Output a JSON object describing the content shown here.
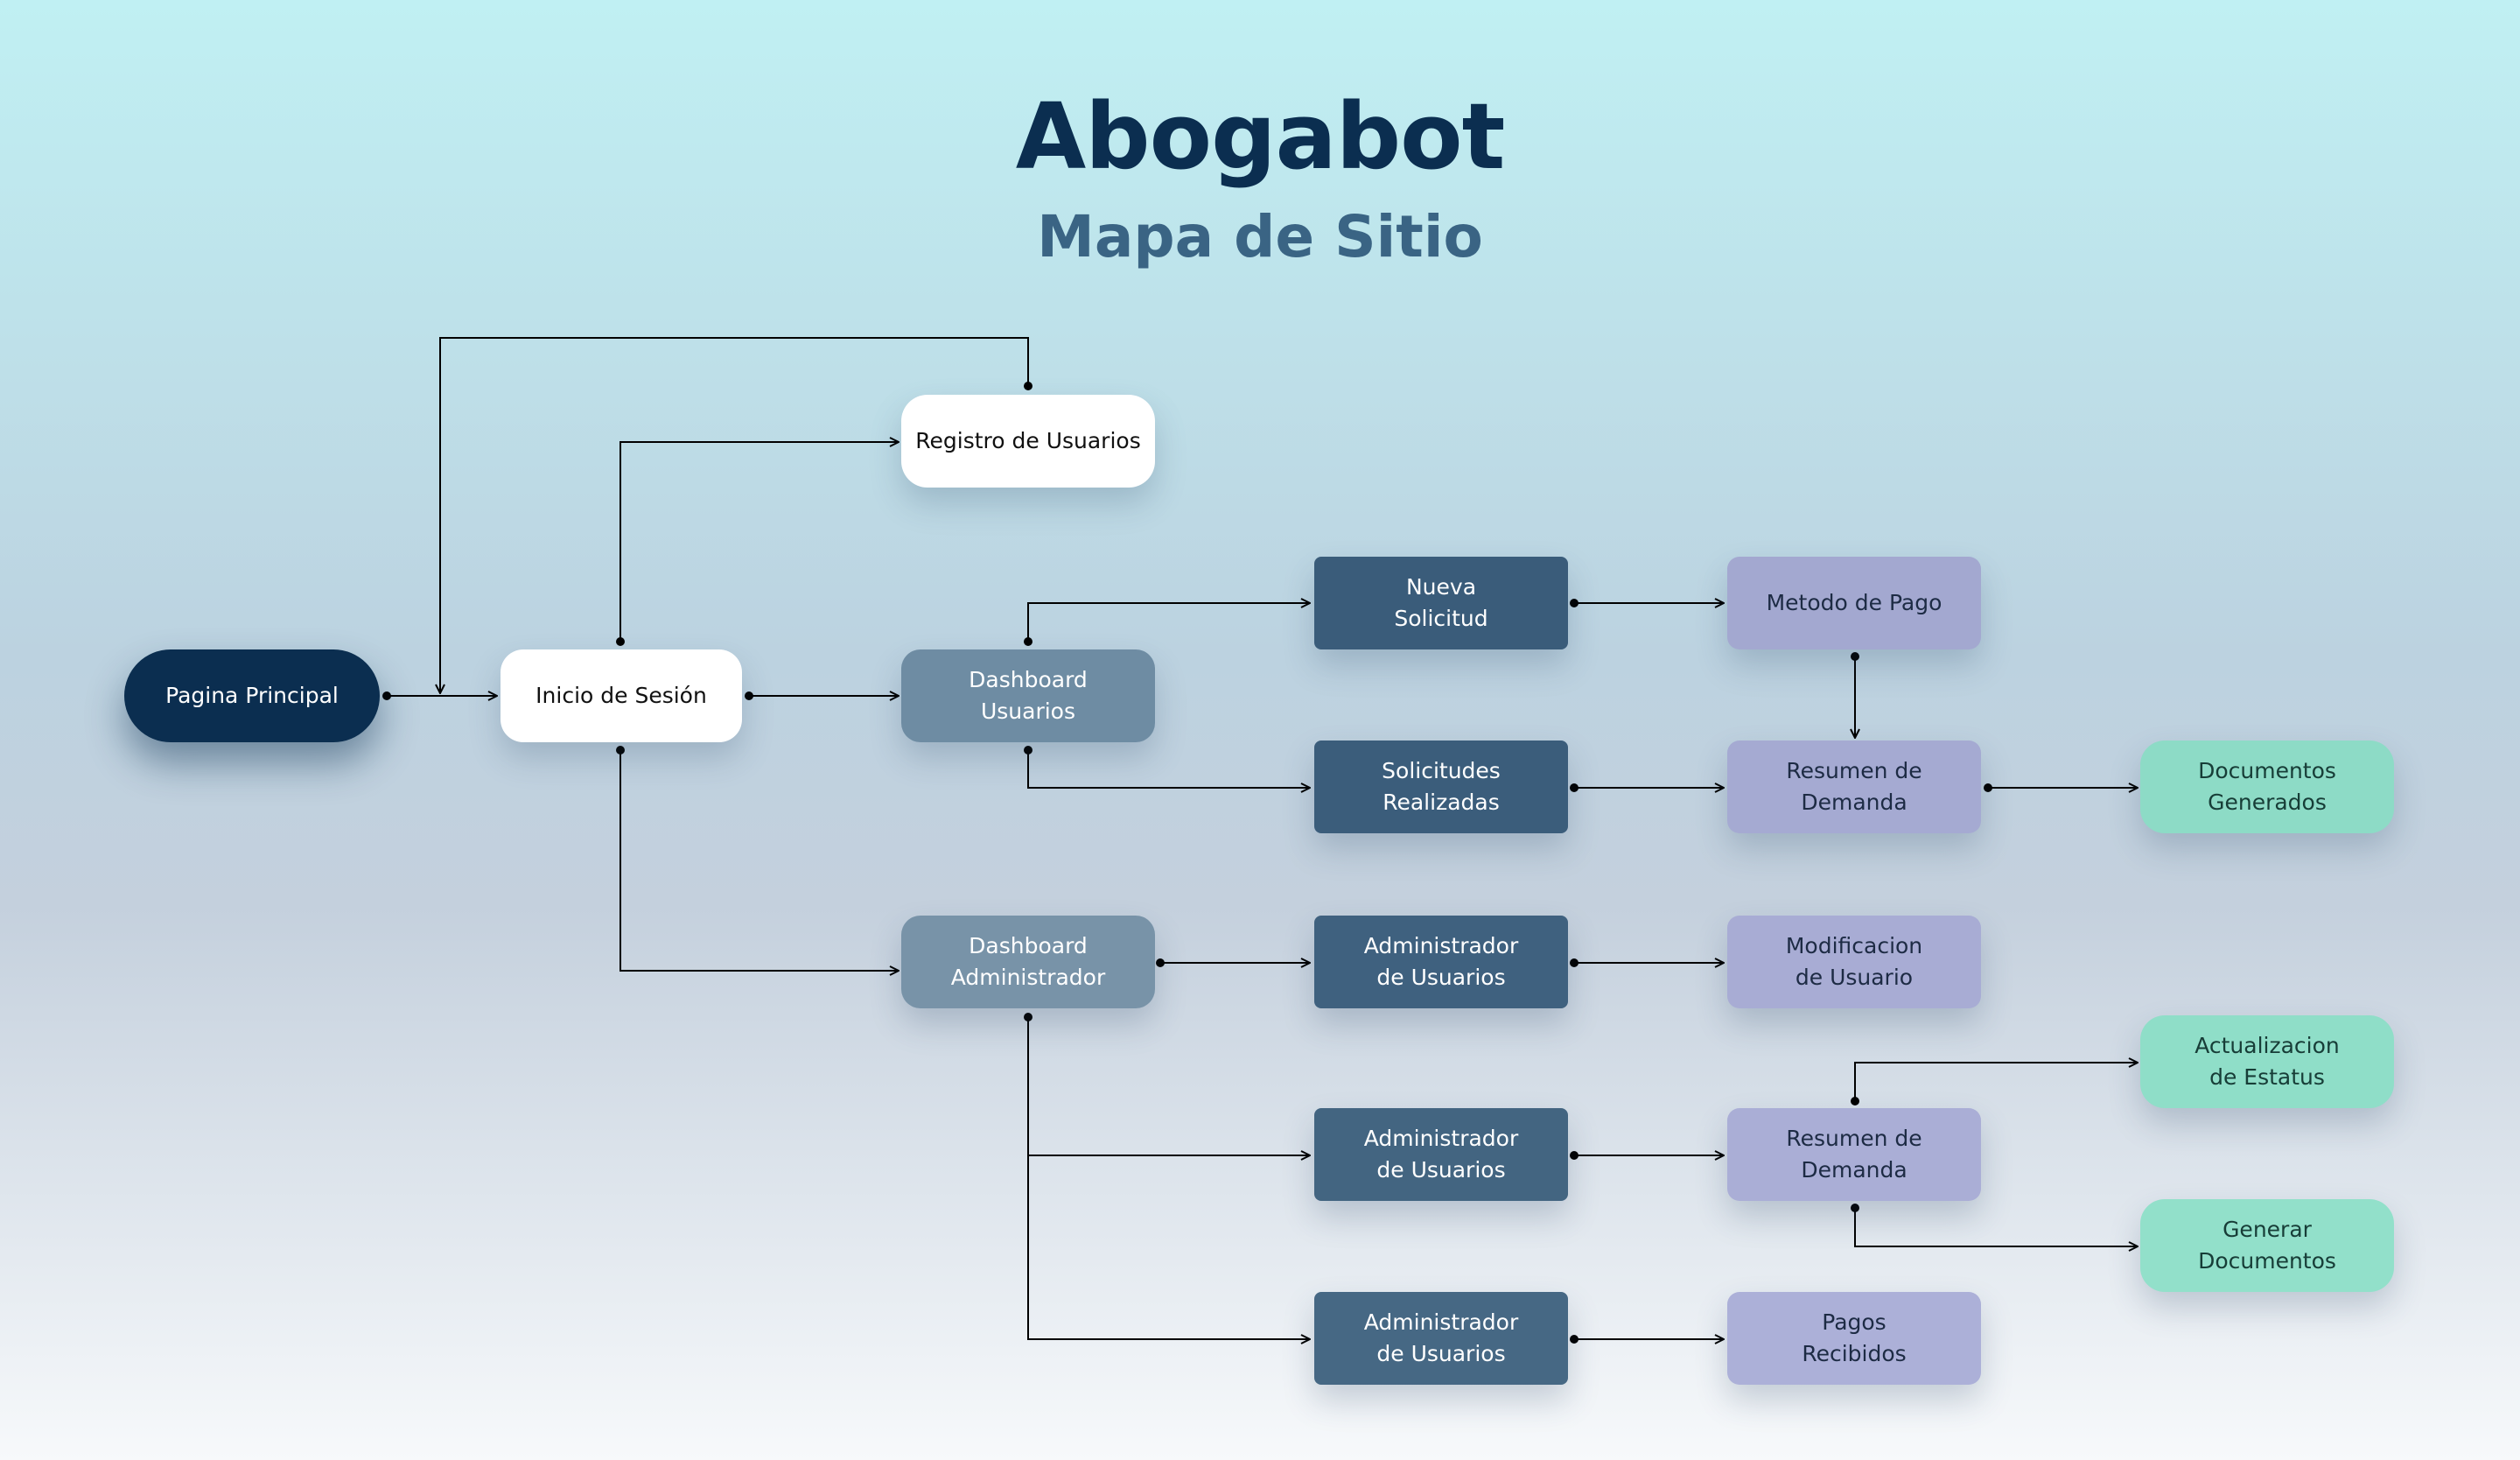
{
  "header": {
    "title": "Abogabot",
    "subtitle": "Mapa de Sitio"
  },
  "colors": {
    "primary": "#0b2e50",
    "dashboard_users": "#6e8ca3",
    "dashboard_admin": "#7893a8",
    "section": "#3d5f7d",
    "summary": "#a6acd3",
    "output": "#8edcc7",
    "connector": "#000000"
  },
  "nodes": {
    "pagina_principal": "Pagina Principal",
    "inicio_sesion": "Inicio de Sesión",
    "registro": "Registro de Usuarios",
    "dashboard_usuarios": "Dashboard\nUsuarios",
    "dashboard_admin": "Dashboard\nAdministrador",
    "nueva_solicitud": "Nueva\nSolicitud",
    "solicitudes_realizadas": "Solicitudes\nRealizadas",
    "admin_usuarios_1": "Administrador\nde Usuarios",
    "admin_usuarios_2": "Administrador\nde Usuarios",
    "admin_usuarios_3": "Administrador\nde Usuarios",
    "metodo_pago": "Metodo de Pago",
    "resumen_demanda_1": "Resumen de\nDemanda",
    "modificacion_usuario": "Modificacion\nde Usuario",
    "resumen_demanda_2": "Resumen de\nDemanda",
    "pagos_recibidos": "Pagos\nRecibidos",
    "documentos_generados": "Documentos\nGenerados",
    "actualizacion_estatus": "Actualizacion\nde Estatus",
    "generar_documentos": "Generar\nDocumentos"
  },
  "edges": [
    [
      "pagina_principal",
      "inicio_sesion"
    ],
    [
      "inicio_sesion",
      "registro"
    ],
    [
      "registro",
      "inicio_sesion"
    ],
    [
      "inicio_sesion",
      "dashboard_usuarios"
    ],
    [
      "inicio_sesion",
      "dashboard_admin"
    ],
    [
      "dashboard_usuarios",
      "nueva_solicitud"
    ],
    [
      "dashboard_usuarios",
      "solicitudes_realizadas"
    ],
    [
      "nueva_solicitud",
      "metodo_pago"
    ],
    [
      "metodo_pago",
      "resumen_demanda_1"
    ],
    [
      "solicitudes_realizadas",
      "resumen_demanda_1"
    ],
    [
      "resumen_demanda_1",
      "documentos_generados"
    ],
    [
      "dashboard_admin",
      "admin_usuarios_1"
    ],
    [
      "dashboard_admin",
      "admin_usuarios_2"
    ],
    [
      "dashboard_admin",
      "admin_usuarios_3"
    ],
    [
      "admin_usuarios_1",
      "modificacion_usuario"
    ],
    [
      "admin_usuarios_2",
      "resumen_demanda_2"
    ],
    [
      "resumen_demanda_2",
      "actualizacion_estatus"
    ],
    [
      "resumen_demanda_2",
      "generar_documentos"
    ],
    [
      "admin_usuarios_3",
      "pagos_recibidos"
    ]
  ]
}
